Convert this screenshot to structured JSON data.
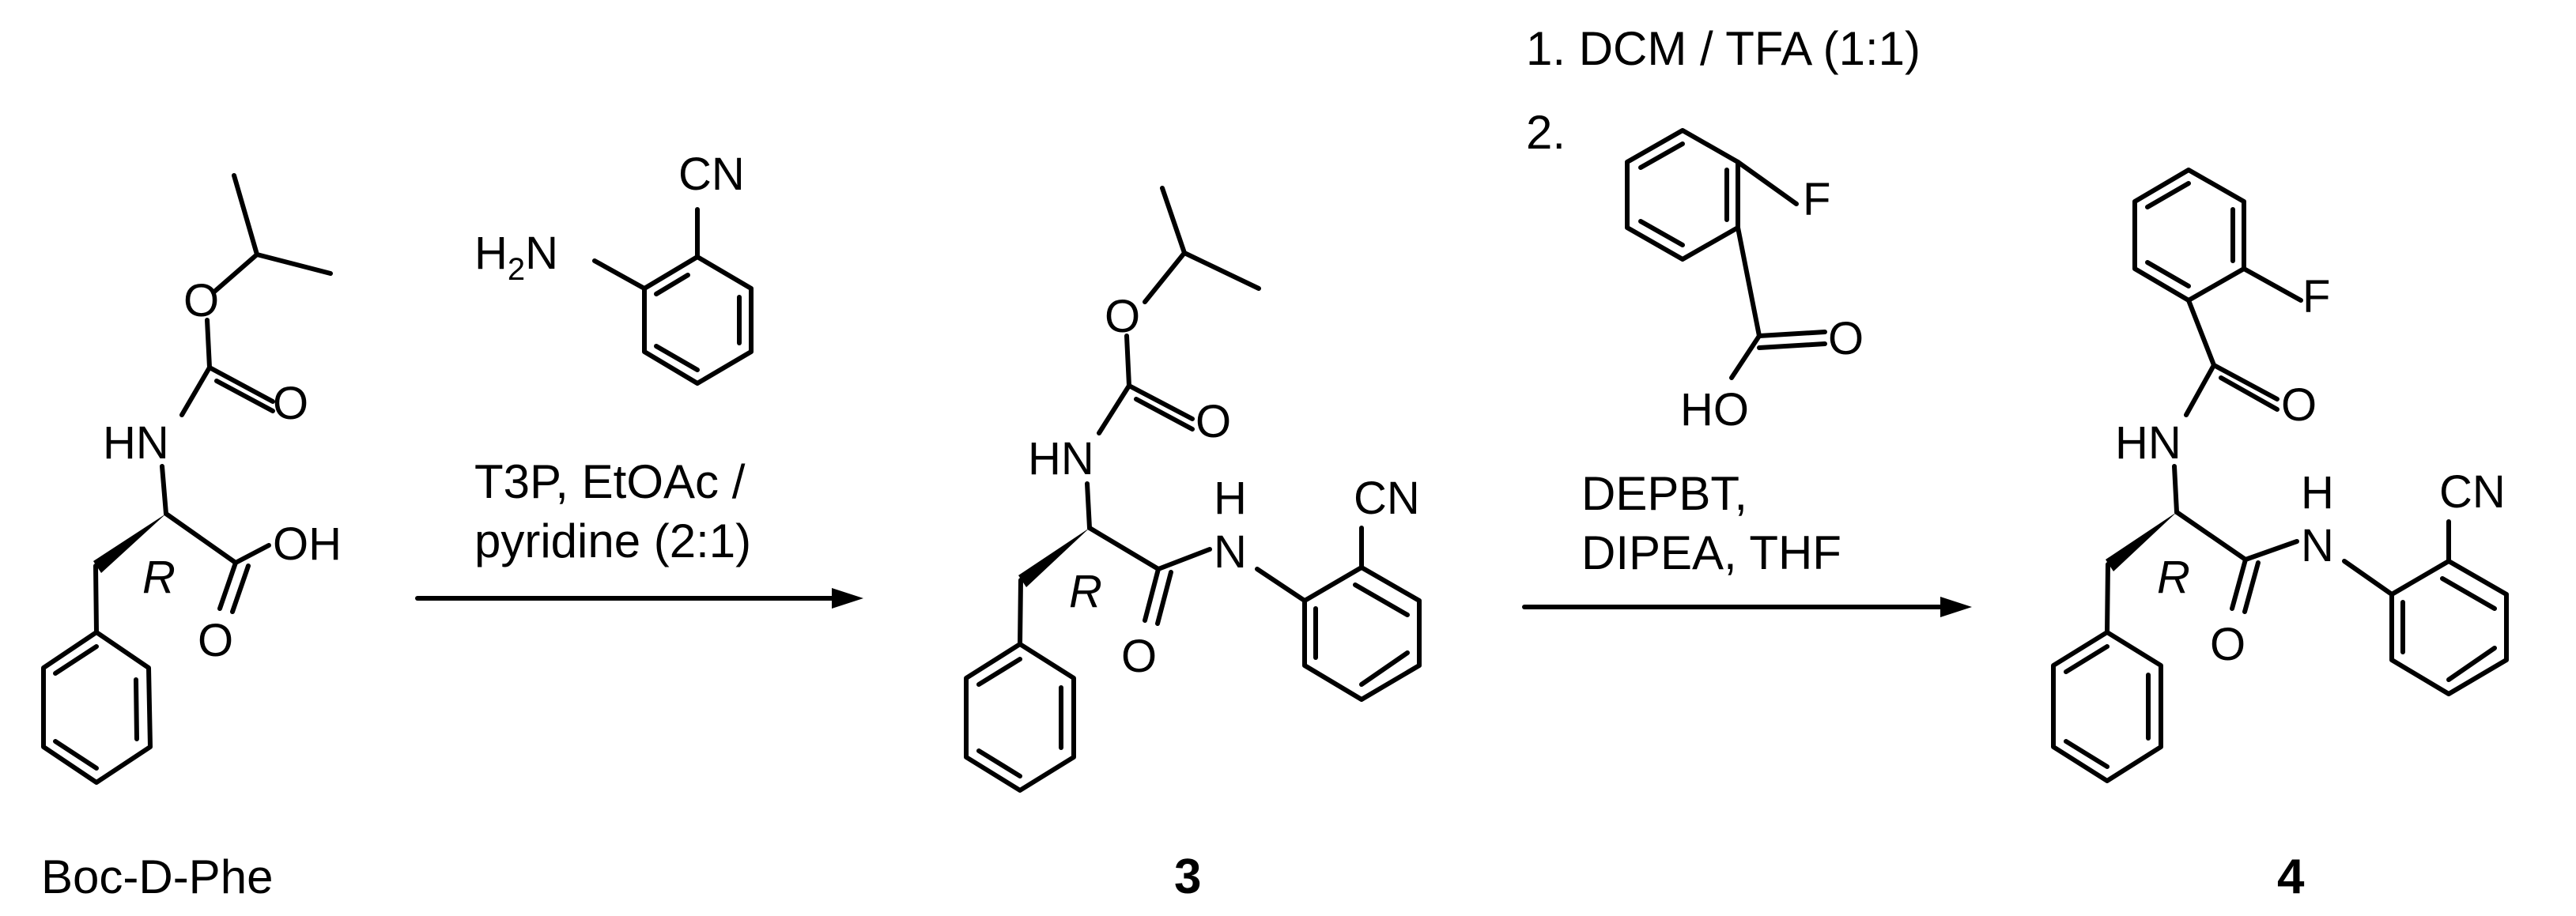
{
  "scheme": {
    "start_material_label": "Boc-D-Phe",
    "intermediate_label": "3",
    "product_label": "4",
    "stereo_descriptor": "R",
    "atoms": {
      "boc_o_ether": "O",
      "boc_o_carbonyl": "O",
      "hn": "HN",
      "oh": "OH",
      "acid_o": "O",
      "amide_n": "N",
      "amide_h": "H",
      "amide_o": "O",
      "cn": "CN",
      "h2n": "H2N",
      "fluoro": "F",
      "ho": "HO",
      "acid_carbonyl_o": "O",
      "benzoyl_o": "O"
    },
    "step1": {
      "conditions_line1": "T3P, EtOAc /",
      "conditions_line2": "pyridine (2:1)"
    },
    "step2": {
      "line1": "1. DCM / TFA (1:1)",
      "line2": "2.",
      "conditions_line1": "DEPBT,",
      "conditions_line2": "DIPEA, THF"
    }
  }
}
